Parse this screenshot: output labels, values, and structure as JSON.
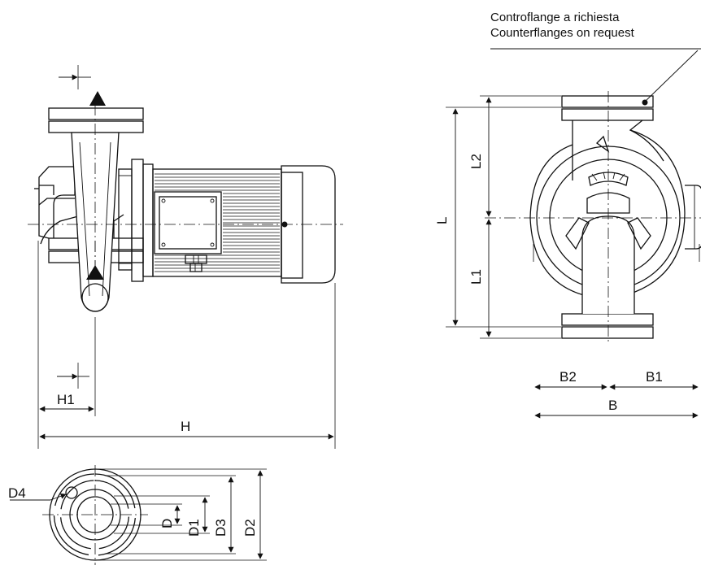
{
  "note": {
    "line1": "Controflange a richiesta",
    "line2": "Counterflanges on request"
  },
  "dimensions": {
    "H": "H",
    "H1": "H1",
    "L": "L",
    "L1": "L1",
    "L2": "L2",
    "B": "B",
    "B1": "B1",
    "B2": "B2",
    "D": "D",
    "D1": "D1",
    "D2": "D2",
    "D3": "D3",
    "D4": "D4"
  }
}
